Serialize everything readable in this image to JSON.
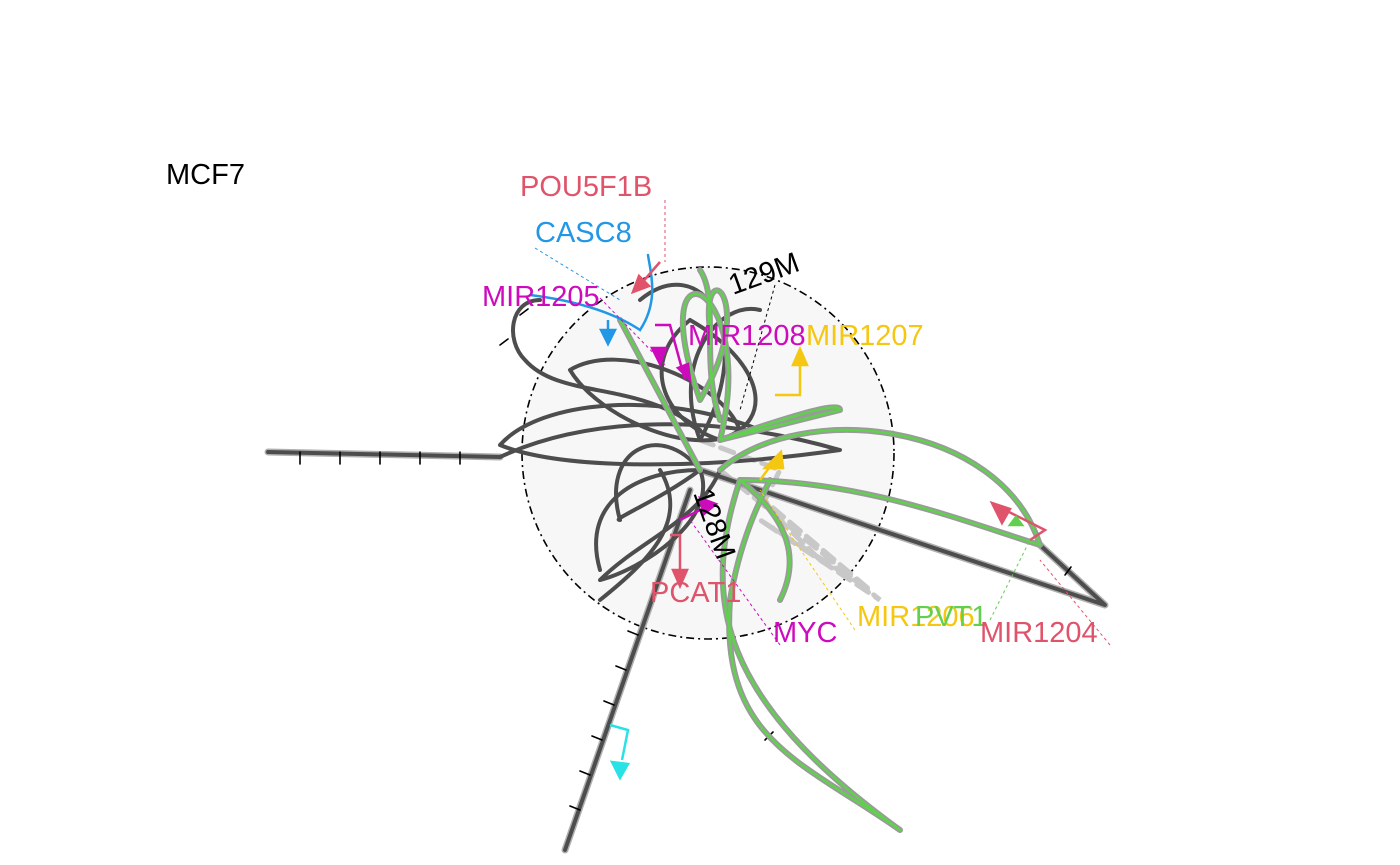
{
  "title": "MCF7",
  "coordinate_labels": {
    "start": "129M",
    "end": "128M"
  },
  "genes": [
    {
      "name": "POU5F1B",
      "color": "#df536b"
    },
    {
      "name": "CASC8",
      "color": "#2297e6"
    },
    {
      "name": "MIR1205",
      "color": "#cd0bbc"
    },
    {
      "name": "MIR1208",
      "color": "#cd0bbc"
    },
    {
      "name": "MIR1207",
      "color": "#f5c710"
    },
    {
      "name": "PCAT1",
      "color": "#df536b"
    },
    {
      "name": "MYC",
      "color": "#cd0bbc"
    },
    {
      "name": "MIR1206",
      "color": "#f5c710"
    },
    {
      "name": "PVT1",
      "color": "#61d04f"
    },
    {
      "name": "MIR1204",
      "color": "#df536b"
    }
  ],
  "colors": {
    "chromatin": "#4d4d4d",
    "highlight_region": "#61d04f",
    "background_region": "#c8c8c8",
    "cyan_gene": "#28e2e5",
    "circle_fill": "#f7f7f7"
  }
}
